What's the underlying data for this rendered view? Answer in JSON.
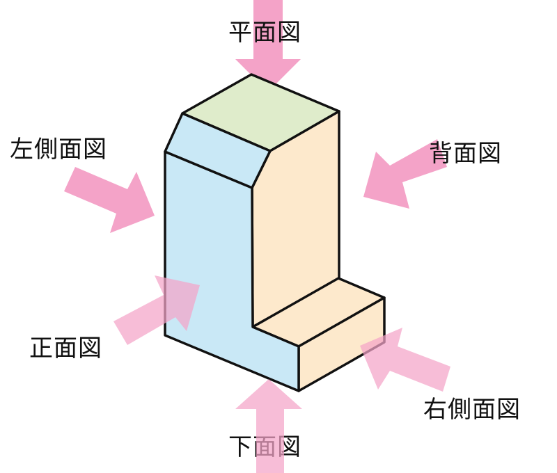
{
  "diagram": {
    "type": "isometric-projection-views",
    "colors": {
      "top_face": "#dfeccb",
      "front_face": "#c9e8f6",
      "side_face": "#fde9cc",
      "arrow": "#f4a3c8",
      "outline": "#111111"
    },
    "labels": {
      "top": "平面図",
      "left": "左側面図",
      "back": "背面図",
      "front": "正面図",
      "right": "右側面図",
      "bottom": "下面図"
    }
  }
}
